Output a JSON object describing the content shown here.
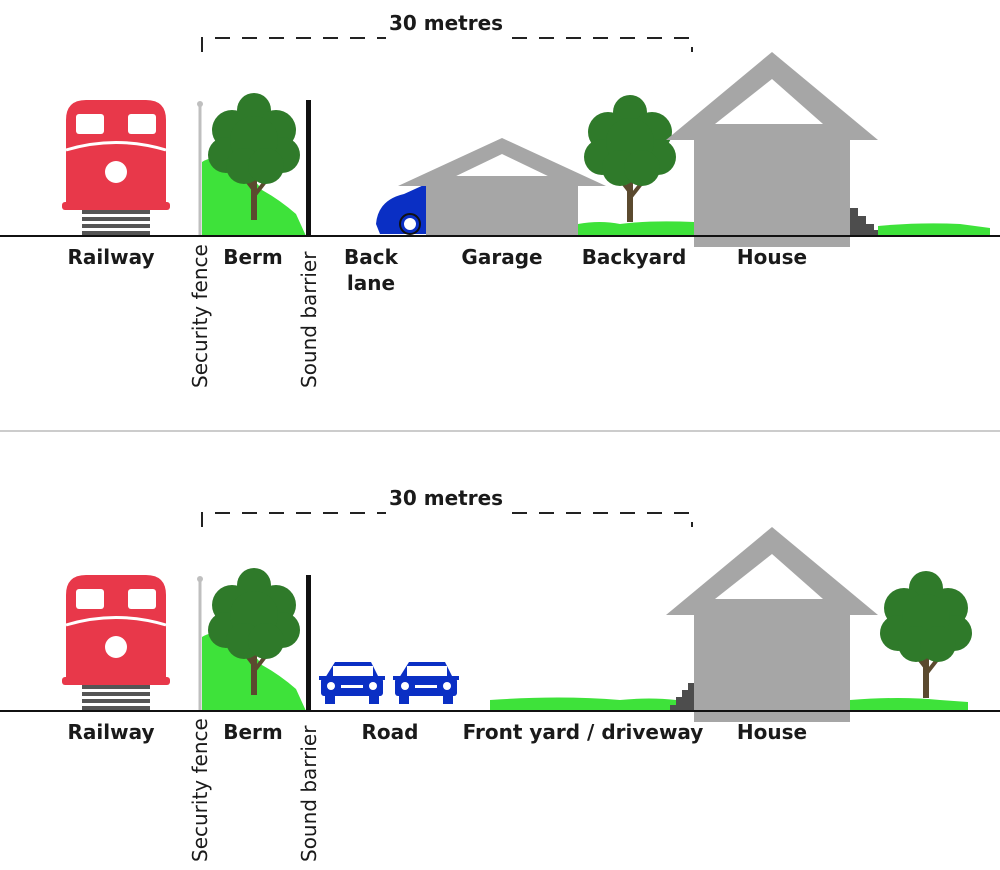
{
  "colors": {
    "train": "#e8384a",
    "tree": "#2f7a2a",
    "trunk": "#5b4a2f",
    "grass": "#3ee23a",
    "building": "#a6a6a6",
    "car": "#0a2fc4",
    "steps": "#4d4d4d"
  },
  "icons": [
    "train-icon",
    "tree-icon",
    "car-icon",
    "garage-icon",
    "house-icon",
    "stairs-icon",
    "fence-post-icon"
  ],
  "panel_top": {
    "distance": "30 metres",
    "labels": {
      "railway": "Railway",
      "security_fence": "Security fence",
      "berm": "Berm",
      "sound_barrier": "Sound barrier",
      "back_lane_1": "Back",
      "back_lane_2": "lane",
      "garage": "Garage",
      "backyard": "Backyard",
      "house": "House"
    }
  },
  "panel_bottom": {
    "distance": "30 metres",
    "labels": {
      "railway": "Railway",
      "security_fence": "Security fence",
      "berm": "Berm",
      "sound_barrier": "Sound barrier",
      "road": "Road",
      "front_yard": "Front yard / driveway",
      "house": "House"
    }
  }
}
